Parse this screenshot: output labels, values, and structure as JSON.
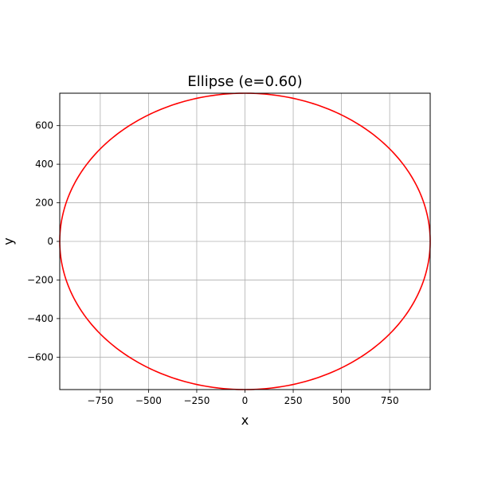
{
  "chart_data": {
    "type": "line",
    "title": "Ellipse (e=0.60)",
    "xlabel": "x",
    "ylabel": "y",
    "eccentricity": 0.6,
    "semi_major_axis": 960,
    "semi_minor_axis": 768,
    "xlim": [
      -960,
      960
    ],
    "ylim": [
      -768,
      768
    ],
    "x_ticks": [
      -750,
      -500,
      -250,
      0,
      250,
      500,
      750
    ],
    "y_ticks": [
      -600,
      -400,
      -200,
      0,
      200,
      400,
      600
    ],
    "x_tick_labels": [
      "−750",
      "−500",
      "−250",
      "0",
      "250",
      "500",
      "750"
    ],
    "y_tick_labels": [
      "−600",
      "−400",
      "−200",
      "0",
      "200",
      "400",
      "600"
    ],
    "grid": true,
    "series": [
      {
        "color": "#ff0000",
        "description": "parametric curve x = a·cos(t), y = b·sin(t), t from 0 to 2π"
      }
    ]
  }
}
